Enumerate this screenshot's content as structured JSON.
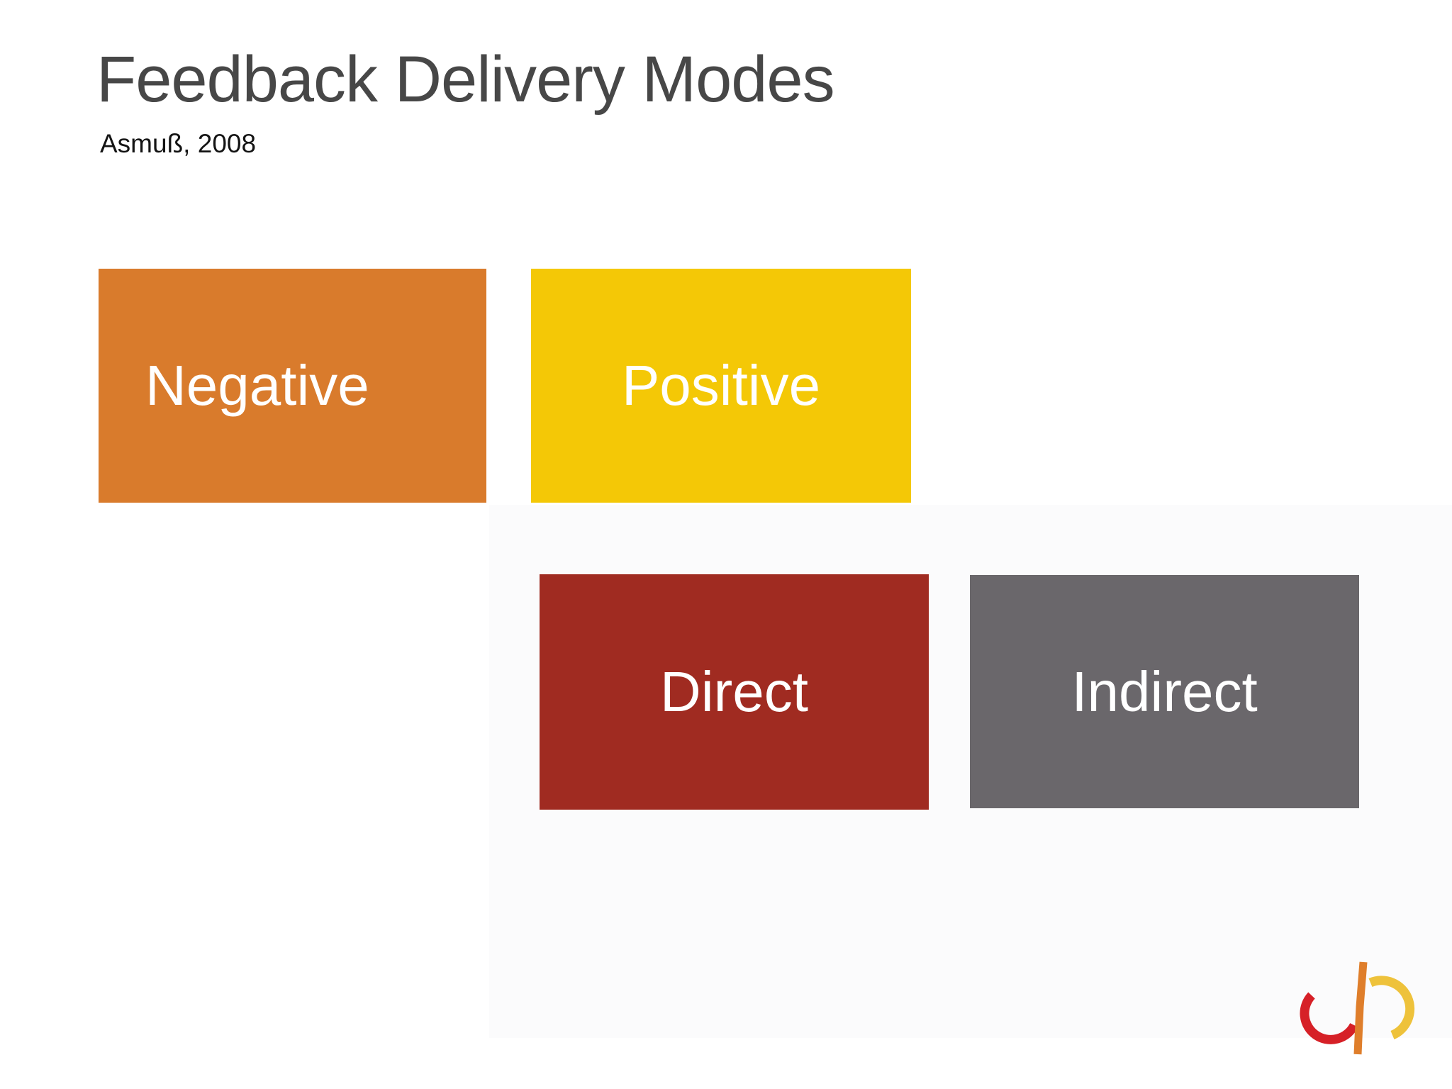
{
  "slide": {
    "title": "Feedback Delivery Modes",
    "subtitle": "Asmuß, 2008"
  },
  "boxes": [
    {
      "id": "negative",
      "label": "Negative",
      "color": "#d97b2c",
      "text_color": "#ffffff",
      "align": "left"
    },
    {
      "id": "positive",
      "label": "Positive",
      "color": "#f4c806",
      "text_color": "#ffffff",
      "align": "center"
    },
    {
      "id": "direct",
      "label": "Direct",
      "color": "#a02b21",
      "text_color": "#ffffff",
      "align": "center"
    },
    {
      "id": "indirect",
      "label": "Indirect",
      "color": "#6a676b",
      "text_color": "#ffffff",
      "align": "center"
    }
  ],
  "background": {
    "page_color": "#ffffff",
    "panel_color": "#fbfbfc"
  },
  "logo": {
    "name": "brand-logo",
    "colors": {
      "red": "#d62027",
      "orange": "#df7e2b",
      "yellow": "#eec23b"
    }
  }
}
